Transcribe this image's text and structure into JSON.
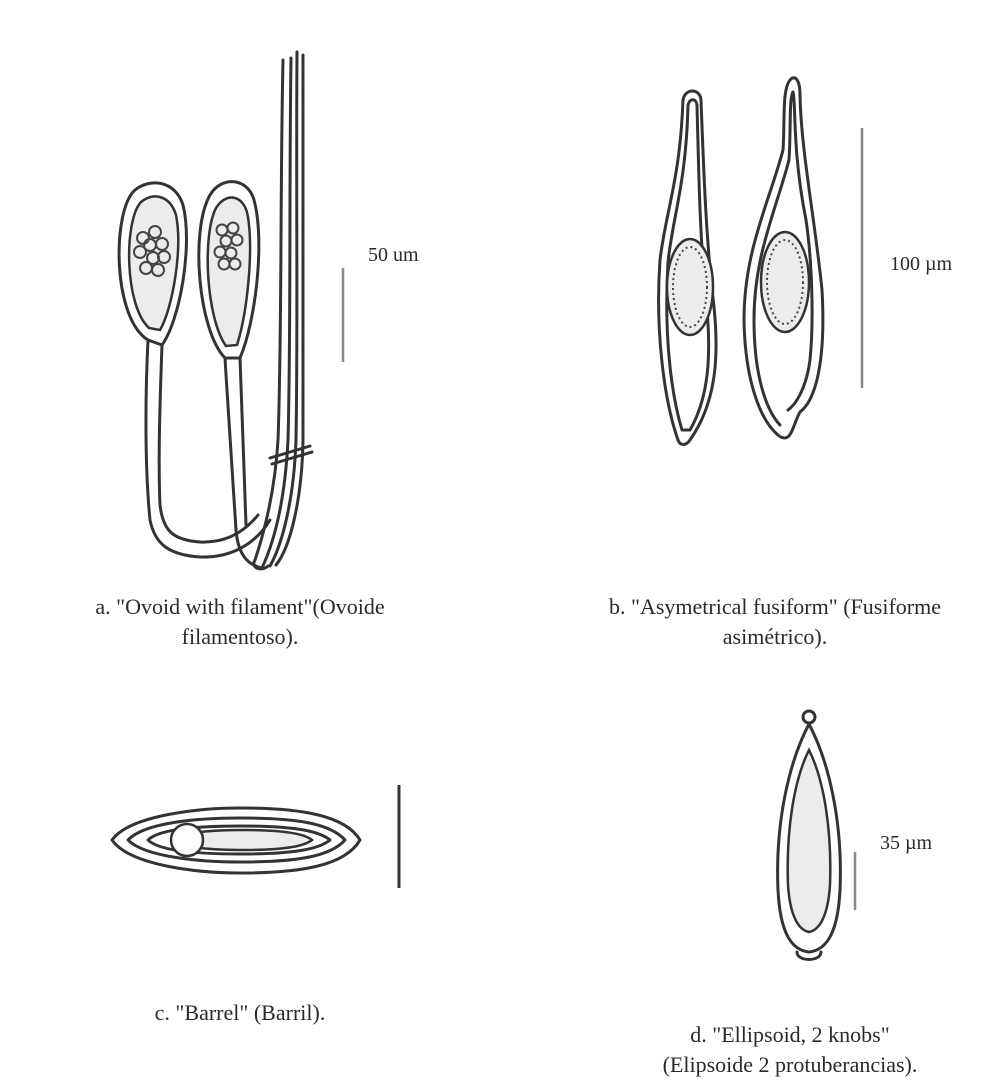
{
  "panels": {
    "a": {
      "caption_line1": "a. \"Ovoid with filament\"(Ovoide",
      "caption_line2": "filamentoso).",
      "scale_label": "50 um"
    },
    "b": {
      "caption_line1": "b. \"Asymetrical fusiform\" (Fusiforme",
      "caption_line2": "asimétrico).",
      "scale_label": "100 µm"
    },
    "c": {
      "caption_line1": "c. \"Barrel\" (Barril).",
      "scale_label": ""
    },
    "d": {
      "caption_line1": "d. \"Ellipsoid, 2 knobs\"",
      "caption_line2": "(Elipsoide 2 protuberancias).",
      "scale_label": "35 µm"
    }
  }
}
